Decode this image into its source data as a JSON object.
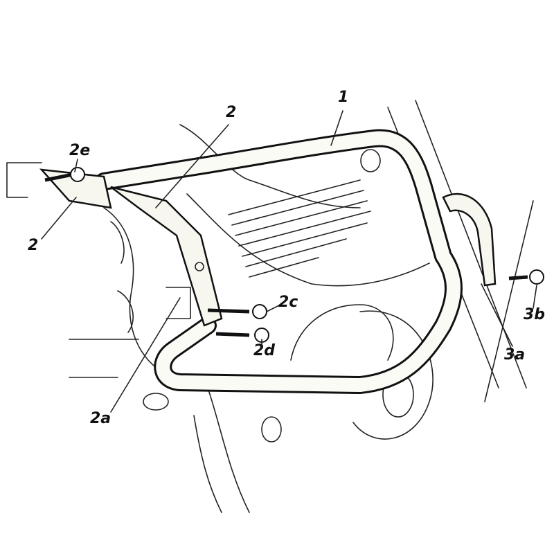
{
  "diagram": {
    "labels": {
      "part_1": "1",
      "part_2_top": "2",
      "part_2e": "2e",
      "part_2_left": "2",
      "part_2c": "2c",
      "part_2d": "2d",
      "part_2a": "2a",
      "part_3a": "3a",
      "part_3b": "3b"
    },
    "colors": {
      "ink": "#111111",
      "paper": "#ffffff"
    }
  }
}
